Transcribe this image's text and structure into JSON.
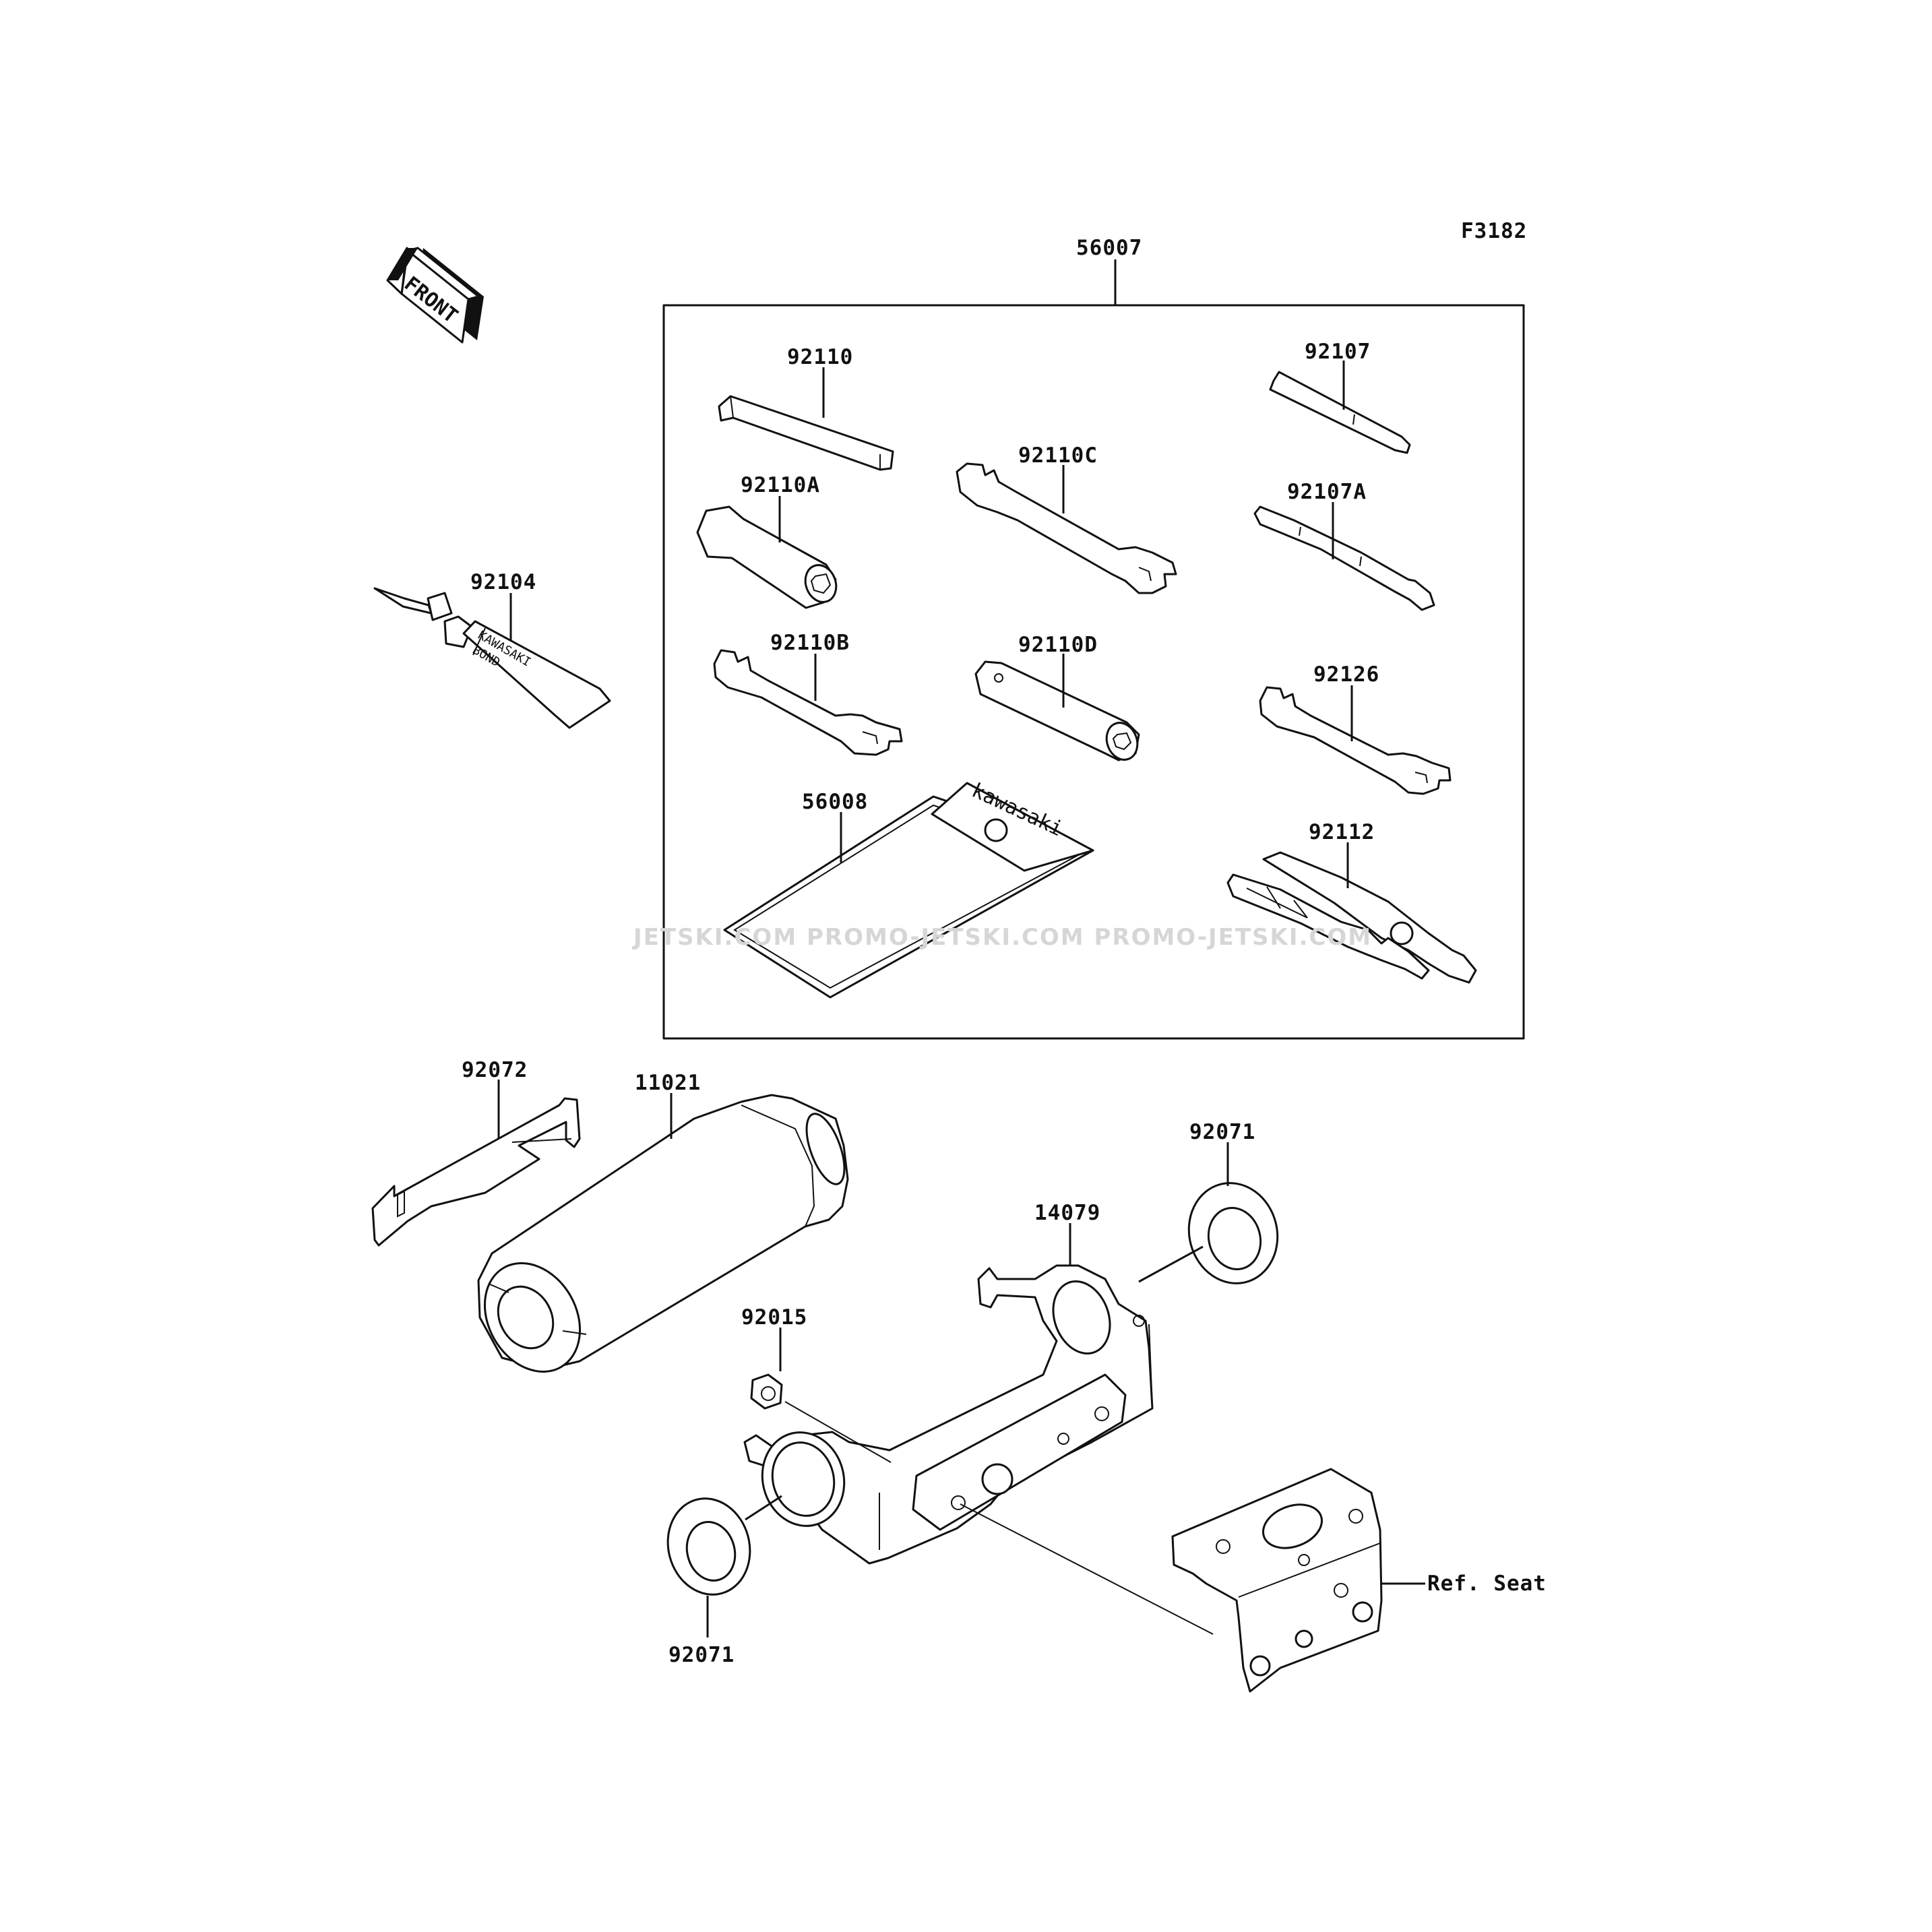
{
  "diagram_code": "F3182",
  "front_label": "FRONT",
  "kit_label": "56007",
  "tube_text": [
    "KAWASAKI",
    "BOND"
  ],
  "pouch_text": "kawasaki",
  "ref_label": "Ref. Seat",
  "watermark": "JETSKI.COM   PROMO-JETSKI.COM   PROMO-JETSKI.COM",
  "parts": {
    "p92110": "92110",
    "p92110A": "92110A",
    "p92110B": "92110B",
    "p92110C": "92110C",
    "p92110D": "92110D",
    "p92107": "92107",
    "p92107A": "92107A",
    "p92126": "92126",
    "p92112": "92112",
    "p56008": "56008",
    "p92104": "92104",
    "p92072": "92072",
    "p11021": "11021",
    "p92071_top": "92071",
    "p14079": "14079",
    "p92015": "92015",
    "p92071_bottom": "92071"
  }
}
